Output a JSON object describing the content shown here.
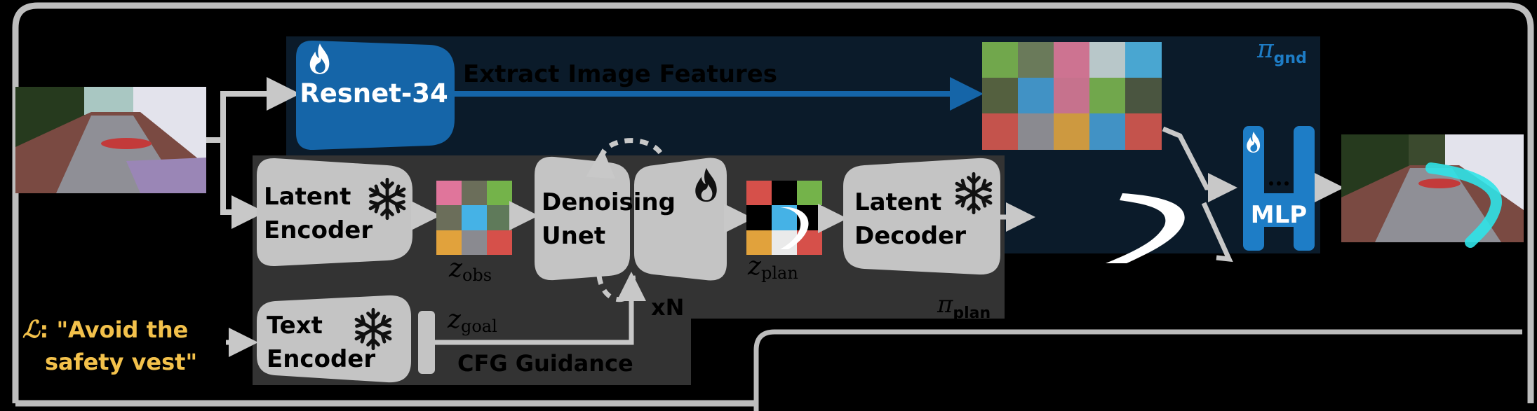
{
  "colors": {
    "background": "#000000",
    "outer_border": "#bdbdbd",
    "resnet_fill": "#1565a8",
    "ground_panel": "#0b1b2a",
    "plan_panel": "#333333",
    "block_fill": "#c4c4c4",
    "arrow_gray": "#c8c8c8",
    "arrow_blue": "#1565a8",
    "text_dark": "#000000",
    "text_white": "#ffffff",
    "instruction_gold": "#f3c14b",
    "mlp_fill": "#1e7dc6",
    "pi_gnd": "#1e7dc6"
  },
  "icons": {
    "flame": "flame-icon",
    "snowflake": "snowflake-icon"
  },
  "ground_branch": {
    "encoder_label": "Resnet-34",
    "extract_label": "Extract Image Features",
    "policy_label_symbol": "π",
    "policy_label_sub": "gnd"
  },
  "plan_branch": {
    "latent_encoder": [
      "Latent",
      "Encoder"
    ],
    "denoising_unet": [
      "Denoising",
      "Unet"
    ],
    "latent_decoder": [
      "Latent",
      "Decoder"
    ],
    "text_encoder": [
      "Text",
      "Encoder"
    ],
    "z_obs": {
      "symbol": "z",
      "sub": "obs"
    },
    "z_plan": {
      "symbol": "z",
      "sub": "plan"
    },
    "z_goal": {
      "symbol": "z",
      "sub": "goal"
    },
    "repeat": "xN",
    "cfg": "CFG Guidance",
    "policy_label_symbol": "π",
    "policy_label_sub": "plan"
  },
  "instruction": {
    "symbol": "ℒ",
    "line1": ": \"Avoid the",
    "line2": "safety vest\""
  },
  "mlp_label": "MLP"
}
